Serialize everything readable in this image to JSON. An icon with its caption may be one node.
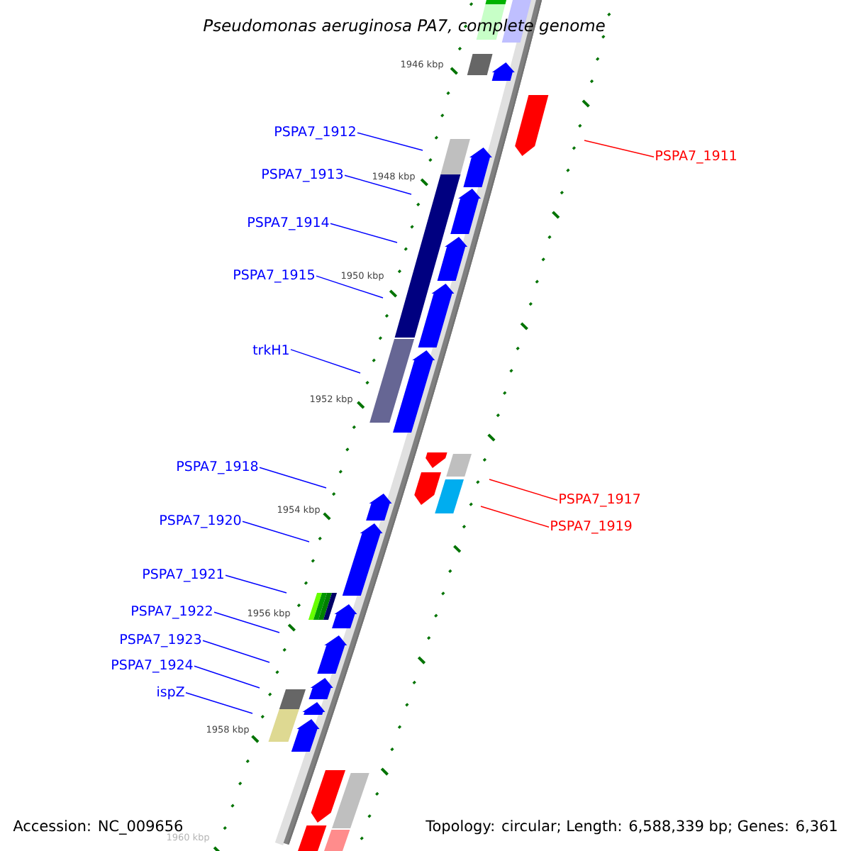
{
  "diagram": {
    "title": "Pseudomonas aeruginosa PA7, complete genome",
    "nodes": [
      {
        "text": [
          "PSPA7_1912"
        ]
      },
      {
        "text": [
          "PSPA7_1911"
        ]
      },
      {
        "text": [
          "PSPA7_1913"
        ]
      },
      {
        "text": [
          "PSPA7_1914"
        ]
      },
      {
        "text": [
          "PSPA7_1915"
        ]
      },
      {
        "text": [
          "trkH1"
        ]
      },
      {
        "text": [
          "PSPA7_1918"
        ]
      },
      {
        "text": [
          "PSPA7_1917"
        ]
      },
      {
        "text": [
          "PSPA7_1920"
        ]
      },
      {
        "text": [
          "PSPA7_1919"
        ]
      },
      {
        "text": [
          "PSPA7_1921"
        ]
      },
      {
        "text": [
          "PSPA7_1922"
        ]
      },
      {
        "text": [
          "PSPA7_1923"
        ]
      },
      {
        "text": [
          "PSPA7_1924"
        ]
      },
      {
        "text": [
          "ispZ"
        ]
      }
    ],
    "edges": [
      {
        "from": 0,
        "to": null,
        "arrow": "none"
      },
      {
        "from": 1,
        "to": null,
        "arrow": "none",
        "color": "#ff0000"
      },
      {
        "from": 2,
        "to": null,
        "arrow": "none"
      },
      {
        "from": 3,
        "to": null,
        "arrow": "none"
      },
      {
        "from": 4,
        "to": null,
        "arrow": "none"
      },
      {
        "from": 5,
        "to": null,
        "arrow": "none"
      },
      {
        "from": 6,
        "to": null,
        "arrow": "none"
      },
      {
        "from": 7,
        "to": null,
        "arrow": "none",
        "color": "#ff0000"
      },
      {
        "from": 8,
        "to": null,
        "arrow": "none"
      },
      {
        "from": 9,
        "to": null,
        "arrow": "none",
        "color": "#ff0000"
      },
      {
        "from": 10,
        "to": null,
        "arrow": "none"
      },
      {
        "from": 11,
        "to": null,
        "arrow": "none"
      },
      {
        "from": 12,
        "to": null,
        "arrow": "none"
      },
      {
        "from": 13,
        "to": null,
        "arrow": "none"
      },
      {
        "from": 14,
        "to": null,
        "arrow": "none"
      }
    ],
    "labels": [
      "1946 kbp",
      "1948 kbp",
      "1950 kbp",
      "1952 kbp",
      "1954 kbp",
      "1956 kbp",
      "1958 kbp",
      "1960 kbp",
      "Accession: NC_009656",
      "Topology: circular; Length: 6,588,339 bp; Genes: 6,361"
    ]
  }
}
